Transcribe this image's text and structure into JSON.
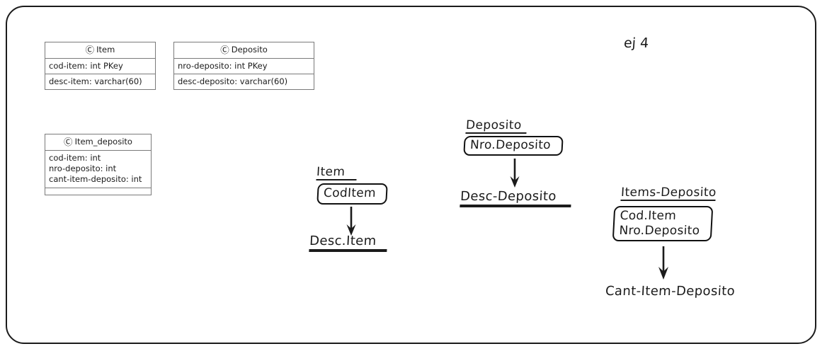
{
  "diagram": {
    "note": "ej 4",
    "class_icon": "circled-c-icon",
    "classes": [
      {
        "name": "Item",
        "rows": [
          "cod-item: int PKey",
          "desc-item: varchar(60)"
        ]
      },
      {
        "name": "Deposito",
        "rows": [
          "nro-deposito: int PKey",
          "desc-deposito: varchar(60)"
        ]
      },
      {
        "name": "Item_deposito",
        "attributes": [
          "cod-item: int",
          "nro-deposito: int",
          "cant-item-deposito: int"
        ],
        "empty_compartment": ""
      }
    ],
    "dependency_groups": [
      {
        "title": "Item",
        "key_box": [
          "CodItem"
        ],
        "arrow": "down-arrow-icon",
        "target": "Desc.Item",
        "target_underlined": true
      },
      {
        "title": "Deposito",
        "key_box": [
          "Nro.Deposito"
        ],
        "arrow": "down-arrow-icon",
        "target": "Desc-Deposito",
        "target_underlined": true
      },
      {
        "title": "Items-Deposito",
        "key_box": [
          "Cod.Item",
          "Nro.Deposito"
        ],
        "arrow": "down-arrow-icon",
        "target": "Cant-Item-Deposito",
        "target_underlined": false
      }
    ]
  },
  "colors": {
    "ink": "#1b1b1b",
    "box_border": "#7a7a7a",
    "background": "#ffffff"
  }
}
